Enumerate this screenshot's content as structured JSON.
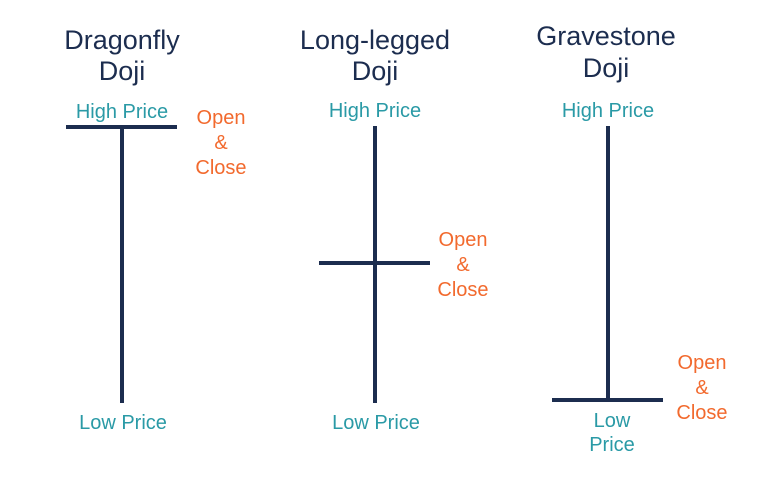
{
  "colors": {
    "line": "#1c2d4f",
    "price_label": "#2a9aa6",
    "oc_label": "#f26a2e"
  },
  "candles": [
    {
      "title": [
        "Dragonfly",
        "Doji"
      ],
      "high_label": "High Price",
      "low_label": [
        "Low Price"
      ],
      "oc_label": [
        "Open",
        "&",
        "Close"
      ],
      "oc_position": "top"
    },
    {
      "title": [
        "Long-legged",
        "Doji"
      ],
      "high_label": "High Price",
      "low_label": [
        "Low Price"
      ],
      "oc_label": [
        "Open",
        "&",
        "Close"
      ],
      "oc_position": "middle"
    },
    {
      "title": [
        "Gravestone",
        "Doji"
      ],
      "high_label": "High Price",
      "low_label": [
        "Low",
        "Price"
      ],
      "oc_label": [
        "Open",
        "&",
        "Close"
      ],
      "oc_position": "bottom"
    }
  ]
}
